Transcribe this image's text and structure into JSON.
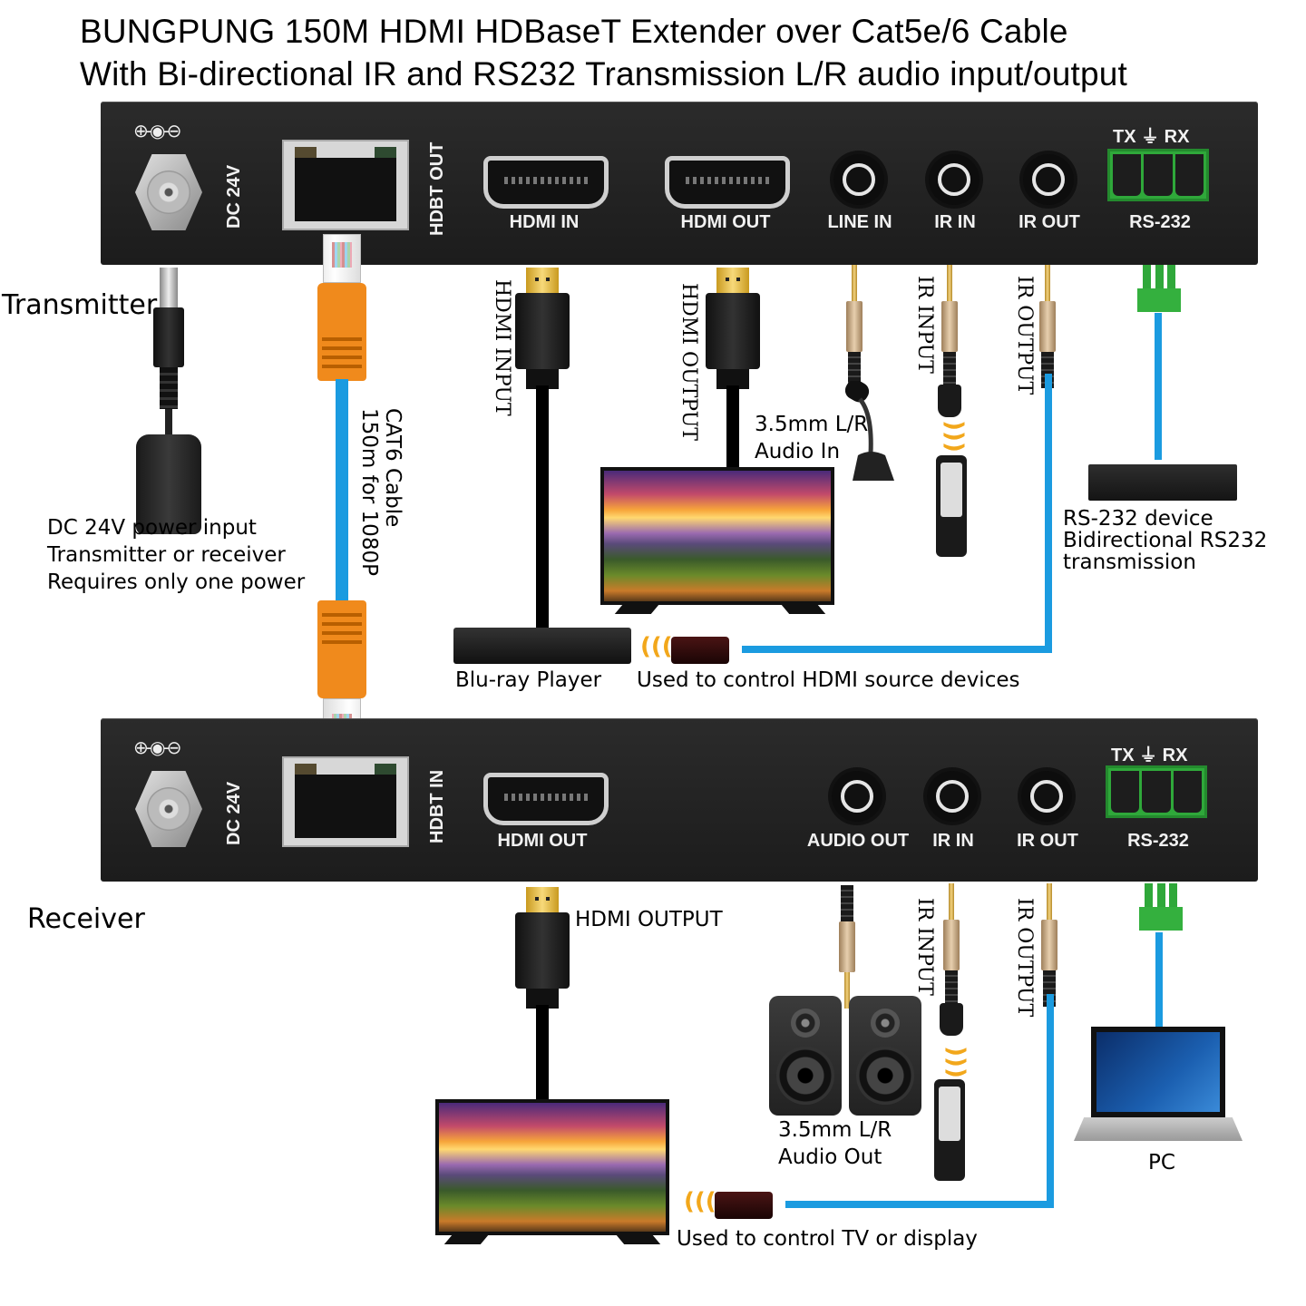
{
  "title": {
    "line1": "BUNGPUNG 150M HDMI HDBaseT Extender over Cat5e/6 Cable",
    "line2": "With Bi-directional IR and RS232 Transmission L/R audio input/output"
  },
  "colors": {
    "panel": "#222222",
    "cat6_cable": "#1b9be0",
    "rj45_boot": "#f08a1c",
    "terminal_block": "#2fa83a",
    "ir_waves": "#f2a71b"
  },
  "transmitter": {
    "section_label": "Transmitter",
    "panel": {
      "polarity_symbol": "⊕-◉-⊖",
      "dc_label": "DC 24V",
      "rj45_label": "HDBT OUT",
      "ports": [
        "HDMI IN",
        "HDMI OUT",
        "LINE IN",
        "IR IN",
        "IR OUT",
        "RS-232"
      ],
      "rs232_pins": "TX ⏚ RX"
    },
    "cable_labels": {
      "hdmi_input": "HDMI INPUT",
      "hdmi_output": "HDMI OUTPUT",
      "ir_input": "IR INPUT",
      "ir_output": "IR OUTPUT"
    },
    "audio_in": [
      "3.5mm L/R",
      "Audio In"
    ],
    "rs232_device": [
      "RS-232 device",
      "Bidirectional RS232",
      "transmission"
    ],
    "bluray_label": "Blu-ray Player",
    "ir_emitter_caption": "Used to control HDMI source devices"
  },
  "power": {
    "lines": [
      "DC 24V power input",
      "Transmitter or receiver",
      "Requires only one power"
    ]
  },
  "cat6": {
    "lines": [
      "CAT6 Cable",
      "150m for 1080P"
    ]
  },
  "receiver": {
    "section_label": "Receiver",
    "panel": {
      "polarity_symbol": "⊕-◉-⊖",
      "dc_label": "DC 24V",
      "rj45_label": "HDBT IN",
      "ports": [
        "HDMI OUT",
        "AUDIO OUT",
        "IR IN",
        "IR OUT",
        "RS-232"
      ],
      "rs232_pins": "TX ⏚ RX"
    },
    "cable_labels": {
      "hdmi_output": "HDMI OUTPUT",
      "ir_input": "IR INPUT",
      "ir_output": "IR OUTPUT"
    },
    "audio_out": [
      "3.5mm L/R",
      "Audio Out"
    ],
    "pc_label": "PC",
    "ir_emitter_caption": "Used to control TV or display"
  }
}
